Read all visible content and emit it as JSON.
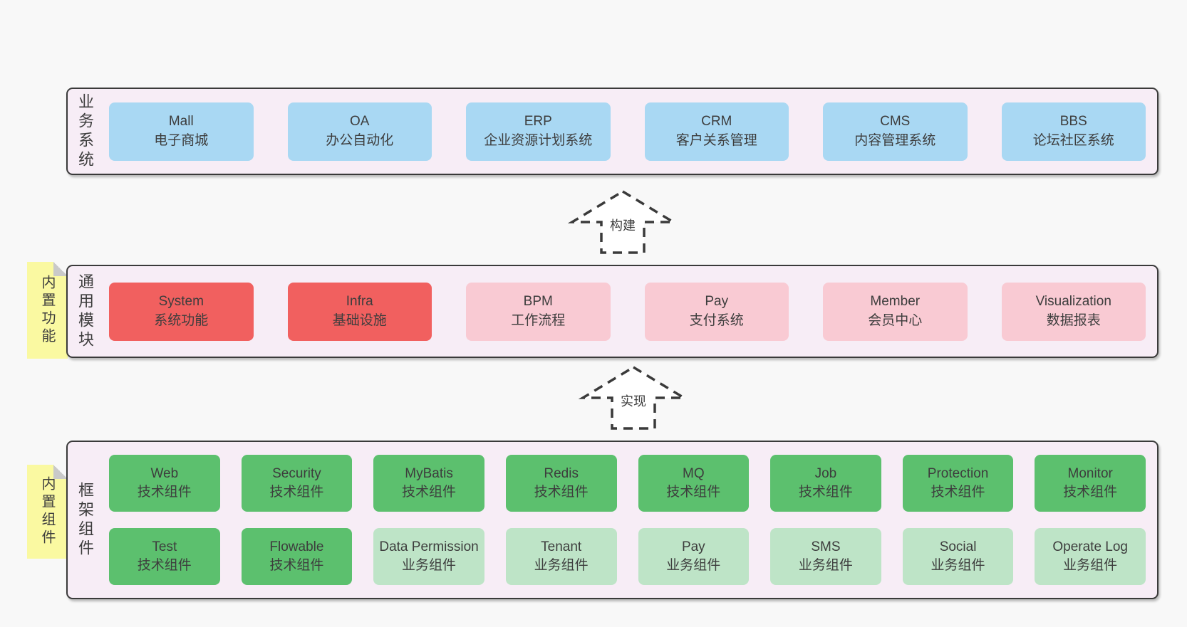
{
  "colors": {
    "page_bg": "#f8f8f8",
    "panel_bg": "#f7edf6",
    "panel_border": "#3a3a3a",
    "blue": "#a9d8f3",
    "red": "#f1605f",
    "pink": "#f9cad3",
    "green": "#5cc06e",
    "lightgreen": "#bee4c7",
    "sticky": "#faf9a1",
    "sticky_fold": "#c9c9c9",
    "text": "#3d3d3d"
  },
  "arrows": {
    "build": {
      "label": "构建"
    },
    "implement": {
      "label": "实现"
    }
  },
  "sections": {
    "business": {
      "label": "业务系统",
      "rows": [
        [
          {
            "title": "Mall",
            "subtitle": "电子商城",
            "type": "blue"
          },
          {
            "title": "OA",
            "subtitle": "办公自动化",
            "type": "blue"
          },
          {
            "title": "ERP",
            "subtitle": "企业资源计划系统",
            "type": "blue"
          },
          {
            "title": "CRM",
            "subtitle": "客户关系管理",
            "type": "blue"
          },
          {
            "title": "CMS",
            "subtitle": "内容管理系统",
            "type": "blue"
          },
          {
            "title": "BBS",
            "subtitle": "论坛社区系统",
            "type": "blue"
          }
        ]
      ]
    },
    "modules": {
      "label": "通用模块",
      "note": "内置功能",
      "rows": [
        [
          {
            "title": "System",
            "subtitle": "系统功能",
            "type": "red"
          },
          {
            "title": "Infra",
            "subtitle": "基础设施",
            "type": "red"
          },
          {
            "title": "BPM",
            "subtitle": "工作流程",
            "type": "pink"
          },
          {
            "title": "Pay",
            "subtitle": "支付系统",
            "type": "pink"
          },
          {
            "title": "Member",
            "subtitle": "会员中心",
            "type": "pink"
          },
          {
            "title": "Visualization",
            "subtitle": "数据报表",
            "type": "pink"
          }
        ]
      ]
    },
    "components": {
      "label": "框架组件",
      "note": "内置组件",
      "rows": [
        [
          {
            "title": "Web",
            "subtitle": "技术组件",
            "type": "green"
          },
          {
            "title": "Security",
            "subtitle": "技术组件",
            "type": "green"
          },
          {
            "title": "MyBatis",
            "subtitle": "技术组件",
            "type": "green"
          },
          {
            "title": "Redis",
            "subtitle": "技术组件",
            "type": "green"
          },
          {
            "title": "MQ",
            "subtitle": "技术组件",
            "type": "green"
          },
          {
            "title": "Job",
            "subtitle": "技术组件",
            "type": "green"
          },
          {
            "title": "Protection",
            "subtitle": "技术组件",
            "type": "green"
          },
          {
            "title": "Monitor",
            "subtitle": "技术组件",
            "type": "green"
          }
        ],
        [
          {
            "title": "Test",
            "subtitle": "技术组件",
            "type": "green"
          },
          {
            "title": "Flowable",
            "subtitle": "技术组件",
            "type": "green"
          },
          {
            "title": "Data Permission",
            "subtitle": "业务组件",
            "type": "lightgreen"
          },
          {
            "title": "Tenant",
            "subtitle": "业务组件",
            "type": "lightgreen"
          },
          {
            "title": "Pay",
            "subtitle": "业务组件",
            "type": "lightgreen"
          },
          {
            "title": "SMS",
            "subtitle": "业务组件",
            "type": "lightgreen"
          },
          {
            "title": "Social",
            "subtitle": "业务组件",
            "type": "lightgreen"
          },
          {
            "title": "Operate Log",
            "subtitle": "业务组件",
            "type": "lightgreen"
          }
        ]
      ]
    }
  }
}
